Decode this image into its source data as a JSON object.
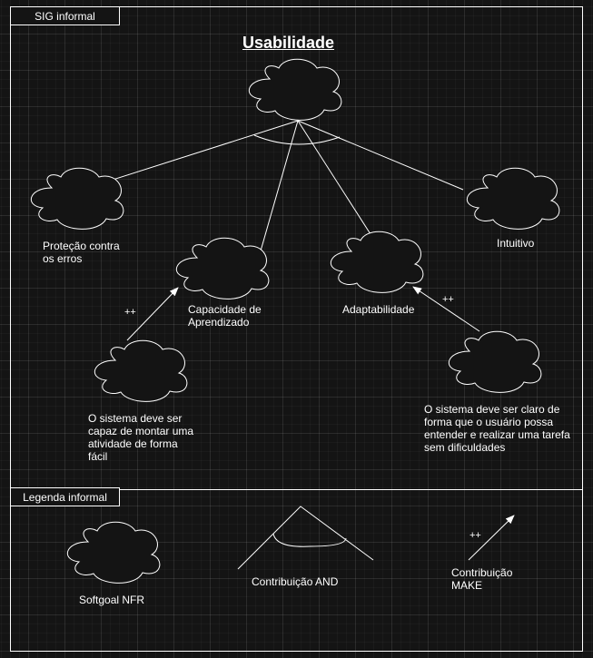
{
  "sig": {
    "tab_label": "SIG informal",
    "root": {
      "label": "Usabilidade"
    },
    "children": [
      {
        "id": "protecao",
        "label": "Proteção contra\nos erros"
      },
      {
        "id": "aprendizado",
        "label": "Capacidade de\nAprendizado"
      },
      {
        "id": "adaptabilidade",
        "label": "Adaptabilidade"
      },
      {
        "id": "intuitivo",
        "label": "Intuitivo"
      }
    ],
    "operationalizations": [
      {
        "id": "montar",
        "label": "O sistema deve ser\ncapaz de montar uma\natividade de forma\nfácil",
        "contribution": "++",
        "target": "aprendizado"
      },
      {
        "id": "claro",
        "label": "O sistema deve ser claro de\nforma que o usuário possa\nentender e realizar uma tarefa\nsem dificuldades",
        "contribution": "++",
        "target": "adaptabilidade"
      }
    ]
  },
  "legend": {
    "tab_label": "Legenda informal",
    "softgoal_label": "Softgoal NFR",
    "and_label": "Contribuição AND",
    "make_label": "Contribuição\nMAKE",
    "make_symbol": "++"
  },
  "colors": {
    "background": "#141414",
    "stroke": "#ffffff",
    "cloud_fill": "#141414"
  }
}
